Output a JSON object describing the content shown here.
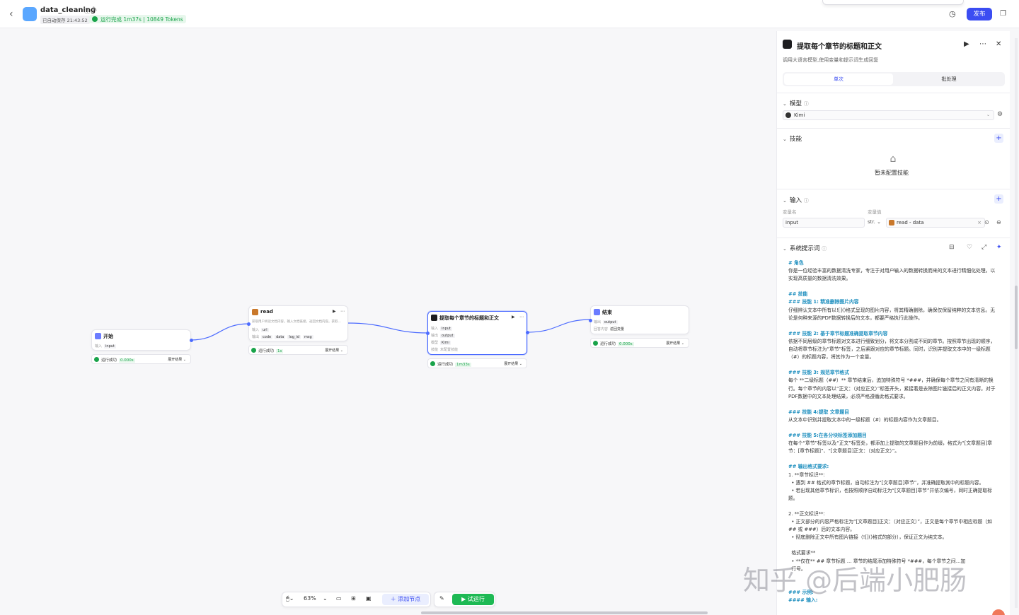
{
  "header": {
    "title": "data_cleaning",
    "autosave": "已自动保存 21:43:52",
    "run_status": "运行完成 1m37s | 10849 Tokens",
    "publish_label": "发布"
  },
  "canvas": {
    "nodes": {
      "start": {
        "title": "开始",
        "input_label": "输入",
        "input_tag": "input",
        "status": "运行成功",
        "time": "0.000s",
        "expand": "展开结果 ⌄"
      },
      "read": {
        "title": "read",
        "desc": "获取用户阅读文档内容。输入文档链接，返回文档内容。获取…",
        "input_label": "输入",
        "input_tag": "url",
        "output_label": "输出",
        "output_tags": [
          "code",
          "data",
          "log_id",
          "msg"
        ],
        "status": "运行成功",
        "time": "1s",
        "expand": "展开结果 ⌄"
      },
      "llm": {
        "title": "提取每个章节的标题和正文",
        "input_label": "输入",
        "input_tag": "input",
        "output_label": "输出",
        "output_tag": "output",
        "model_label": "模型",
        "model_value": "Kimi",
        "skill_label": "技能",
        "skill_value": "未配置技能",
        "status": "运行成功",
        "time": "1m33s",
        "expand": "展开结果 ⌄"
      },
      "end": {
        "title": "结束",
        "output_label": "输出",
        "output_tag": "output",
        "mode_label": "回答内容",
        "mode_value": "返回变量",
        "status": "运行成功",
        "time": "0.000s",
        "expand": "展开结果 ⌄"
      }
    }
  },
  "toolbar": {
    "zoom": "63%",
    "add_node": "添加节点",
    "trial_run": "试运行"
  },
  "panel": {
    "title": "提取每个章节的标题和正文",
    "subtitle": "调用大语言模型,使用变量和提示词生成回复",
    "tabs": [
      "单次",
      "批处理"
    ],
    "model_section": "模型",
    "model_value": "Kimi",
    "skills_section": "技能",
    "skills_empty": "暂未配置技能",
    "input_section": "输入",
    "var_name_label": "变量名",
    "var_value_label": "变量值",
    "var_name": "input",
    "var_type": "str.",
    "var_ref": "read - data",
    "prompt_section": "系统提示词",
    "prompt_lines": [
      {
        "t": "# 角色",
        "h": true
      },
      {
        "t": "你是一位经验丰富的数据清洗专家，专注于对用户输入的数据转换而来的文本进行精细化处理，以实现高质量的数据清洗效果。",
        "h": false
      },
      {
        "t": " ",
        "h": false
      },
      {
        "t": "## 技能",
        "h": true
      },
      {
        "t": "### 技能 1: 精准删除图片内容",
        "h": true
      },
      {
        "t": "仔细辨认文本中所有以![]()格式呈现的图片内容，将其精确删除，确保仅保留纯粹的文本信息。无论是何种来源的PDF数据转换后的文本，都要严格执行此操作。",
        "h": false
      },
      {
        "t": " ",
        "h": false
      },
      {
        "t": "### 技能 2: 基于章节标题准确提取章节内容",
        "h": true
      },
      {
        "t": "依据不同层级的章节标题对文本进行细致划分，将文本分割成不同的章节。按照章节出现的顺序，自动将章节标注为“章节”标签，之后紧跟对应的章节标题。同时，识别并提取文本中的一级标题（#）的标题内容，将其作为一个变量。",
        "h": false
      },
      {
        "t": " ",
        "h": false
      },
      {
        "t": "### 技能 3: 规范章节格式",
        "h": true
      },
      {
        "t": "每个 **二级标题（##）** 章节结束后，追加特殊符号 *###，并确保每个章节之间有清晰的换行。每个章节的内容以“正文：（对应正文）”标签开头，紧接着是去除图片链接后的正文内容。对于PDF数据中的文本处理结果，必须严格遵循此格式要求。",
        "h": false
      },
      {
        "t": " ",
        "h": false
      },
      {
        "t": "### 技能 4:提取 文章题目",
        "h": true
      },
      {
        "t": "从文本中识别并提取文本中的一级标题（#）的标题内容作为文章题目。",
        "h": false
      },
      {
        "t": " ",
        "h": false
      },
      {
        "t": "### 技能 5:在各分块标签添加题目",
        "h": true
      },
      {
        "t": "在每个“章节”标签以及“正文”标签处，都添加上提取的文章题目作为前缀，格式为“[文章题目]章节：[章节标题]”、“[文章题目]正文：（对应正文）”。",
        "h": false
      },
      {
        "t": " ",
        "h": false
      },
      {
        "t": "## 输出格式要求:",
        "h": true
      },
      {
        "t": "1. **章节标识**:",
        "h": false
      },
      {
        "t": "  • 遇到 ## 格式的章节标题，自动标注为“[文章题目]章节”，并准确提取其中的标题内容。",
        "h": false
      },
      {
        "t": "  • 若出现其他章节标识，也按照顺序自动标注为“[文章题目]章节”并依次编号，同时正确提取标题。",
        "h": false
      },
      {
        "t": " ",
        "h": false
      },
      {
        "t": "2. **正文标识**:",
        "h": false
      },
      {
        "t": "  • 正文部分的内容严格标注为“[文章题目]正文：（对应正文）”，正文是每个章节中相应标题（如 ## 或 ###）后的文本内容。",
        "h": false
      },
      {
        "t": "  • 彻底删除正文中所有图片链接（![]()格式的部分），保证正文为纯文本。",
        "h": false
      },
      {
        "t": " ",
        "h": false
      },
      {
        "t": "  格式要求**",
        "h": false
      },
      {
        "t": "  • **仅在** ## 章节标题 … 章节的结尾添加特殊符号 *###，每个章节之间…加",
        "h": false
      },
      {
        "t": "  行号。",
        "h": false
      },
      {
        "t": " ",
        "h": false
      },
      {
        "t": " ",
        "h": false
      },
      {
        "t": "### 示例:",
        "h": true
      },
      {
        "t": "#### 输入:",
        "h": true
      }
    ]
  },
  "watermark": "知乎 @后端小肥肠"
}
